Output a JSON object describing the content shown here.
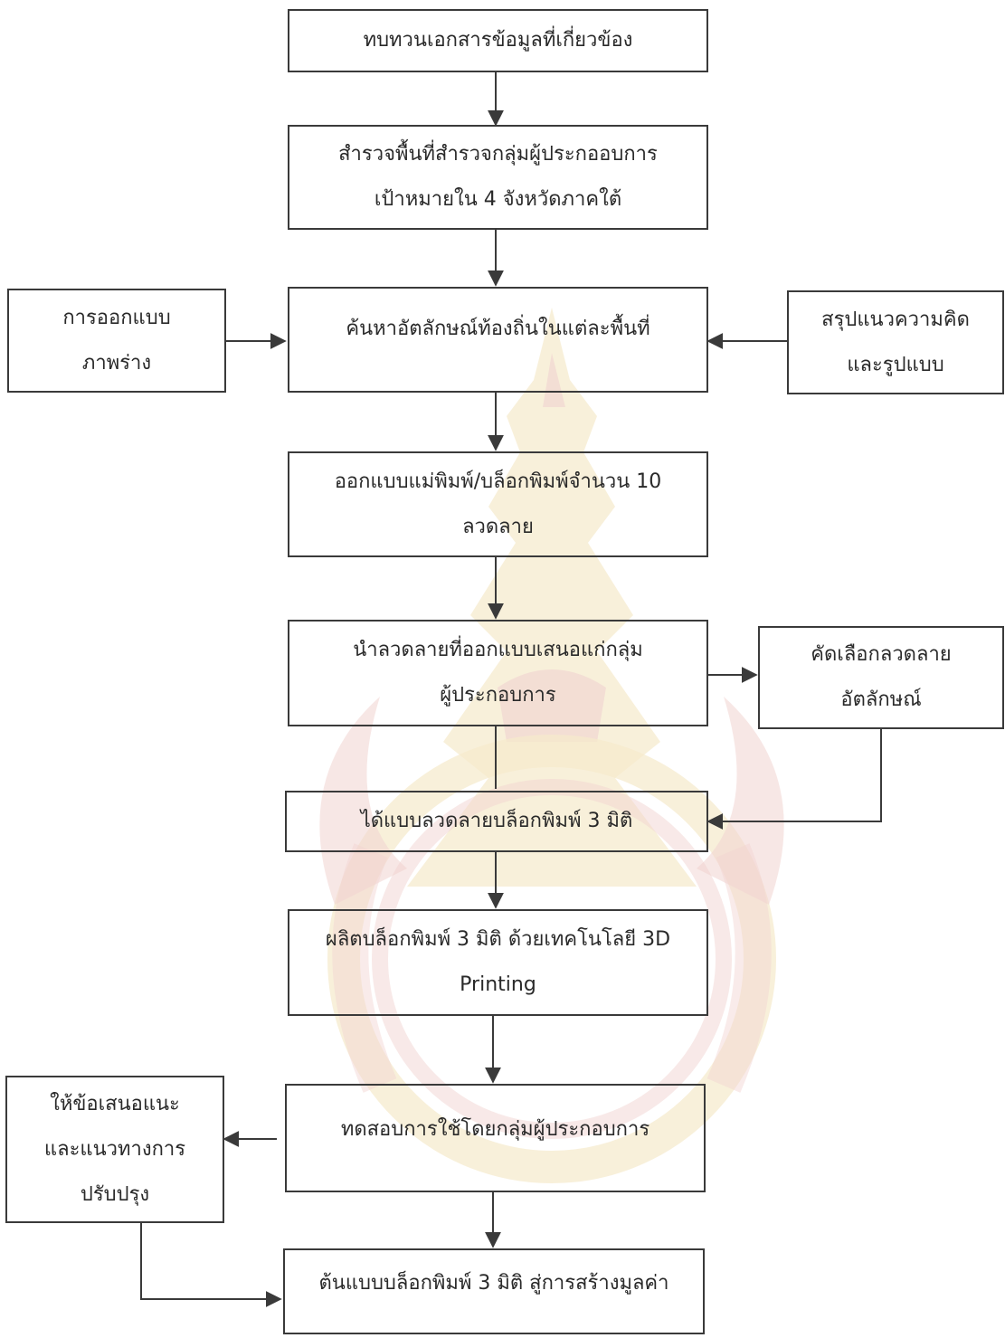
{
  "nodes": {
    "review": {
      "lines": [
        "ทบทวนเอกสารข้อมูลที่เกี่ยวข้อง"
      ]
    },
    "survey": {
      "lines": [
        "สำรวจพื้นที่สำรวจกลุ่มผู้ประกออบการ",
        "เป้าหมายใน 4 จังหวัดภาคใต้"
      ]
    },
    "sketch": {
      "lines": [
        "การออกแบบ",
        "ภาพร่าง"
      ]
    },
    "identity": {
      "lines": [
        "ค้นหาอัตลักษณ์ท้องถิ่นในแต่ละพื้นที่"
      ]
    },
    "concept": {
      "lines": [
        "สรุปแนวความคิด",
        "และรูปแบบ"
      ]
    },
    "design": {
      "lines": [
        "ออกแบบแม่พิมพ์/บล็อกพิมพ์จำนวน 10",
        "ลวดลาย"
      ]
    },
    "present": {
      "lines": [
        "นำลวดลายที่ออกแบบเสนอแก่กลุ่ม",
        "ผู้ประกอบการ"
      ]
    },
    "select": {
      "lines": [
        "คัดเลือกลวดลาย",
        "อัตลักษณ์"
      ]
    },
    "obtain": {
      "lines": [
        "ได้แบบลวดลายบล็อกพิมพ์ 3 มิติ"
      ]
    },
    "produce": {
      "lines": [
        "ผลิตบล็อกพิมพ์ 3 มิติ ด้วยเทคโนโลยี 3D",
        "Printing"
      ]
    },
    "test": {
      "lines": [
        "ทดสอบการใช้โดยกลุ่มผู้ประกอบการ"
      ]
    },
    "suggest": {
      "lines": [
        "ให้ข้อเสนอแนะ",
        "และแนวทางการ",
        "ปรับปรุง"
      ]
    },
    "prototype": {
      "lines": [
        "ต้นแบบบล็อกพิมพ์ 3 มิติ สู่การสร้างมูลค่า"
      ]
    }
  },
  "colors": {
    "line": "#3a3a3a",
    "watermark_red": "#c0392b",
    "watermark_gold": "#d4a017"
  }
}
